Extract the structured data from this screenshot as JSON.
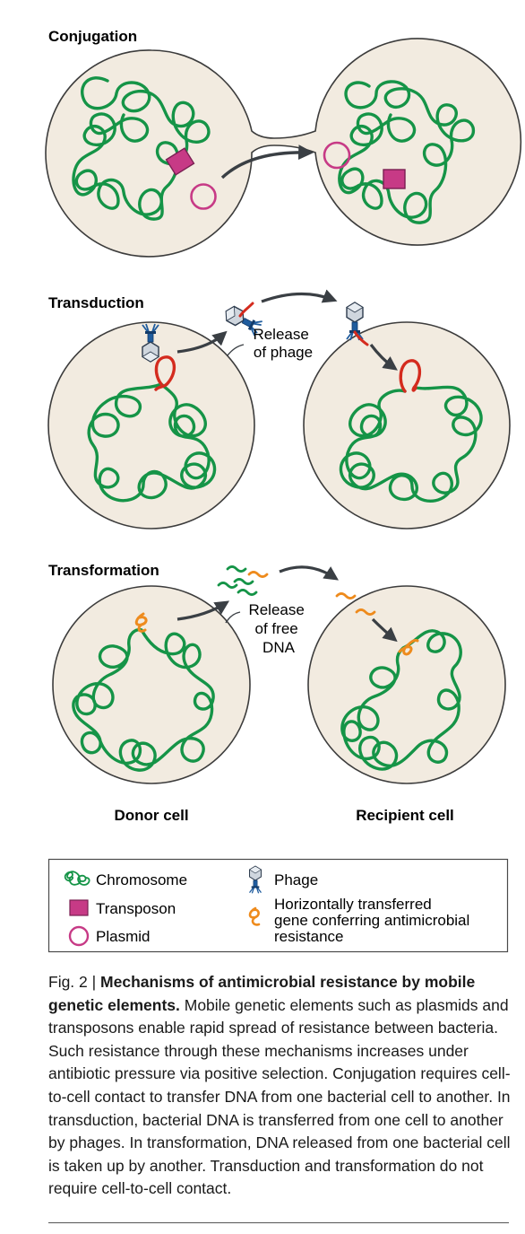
{
  "sections": {
    "conjugation": "Conjugation",
    "transduction": "Transduction",
    "transformation": "Transformation"
  },
  "labels": {
    "release_phage": [
      "Release",
      "of phage"
    ],
    "release_dna": [
      "Release",
      "of free",
      "DNA"
    ],
    "donor_cell": "Donor cell",
    "recipient_cell": "Recipient cell"
  },
  "legend": {
    "chromosome": "Chromosome",
    "transposon": "Transposon",
    "plasmid": "Plasmid",
    "phage": "Phage",
    "resistance_gene": [
      "Horizontally transferred",
      "gene conferring antimicrobial",
      "resistance"
    ]
  },
  "caption": {
    "figure_number": "Fig. 2 | ",
    "title": "Mechanisms of antimicrobial resistance by mobile genetic elements.",
    "text": " Mobile genetic elements such as plasmids and transposons enable rapid spread of resistance between bacteria. Such resistance through these mechanisms increases under antibiotic pressure via positive selection. Conjugation requires cell-to-cell contact to transfer DNA from one bacterial cell to another. In transduction, bacterial DNA is transferred from one cell to another by phages. In transformation, DNA released from one bacterial cell is taken up by another. Transduction and transformation do not require cell-to-cell contact."
  },
  "colors": {
    "cell_fill": "#f2ebe0",
    "cell_stroke": "#3c3c3c",
    "chromosome": "#159447",
    "transposon": "#c73a86",
    "plasmid": "#c73a86",
    "phage_dna": "#d42b1e",
    "resistance_gene": "#ee8b1d",
    "arrow": "#3a3f44",
    "phage_blue": "#1f5c9e"
  },
  "icons": [
    "chromosome-icon",
    "transposon-icon",
    "plasmid-icon",
    "phage-icon",
    "resistance-gene-icon",
    "arrow-icon"
  ]
}
